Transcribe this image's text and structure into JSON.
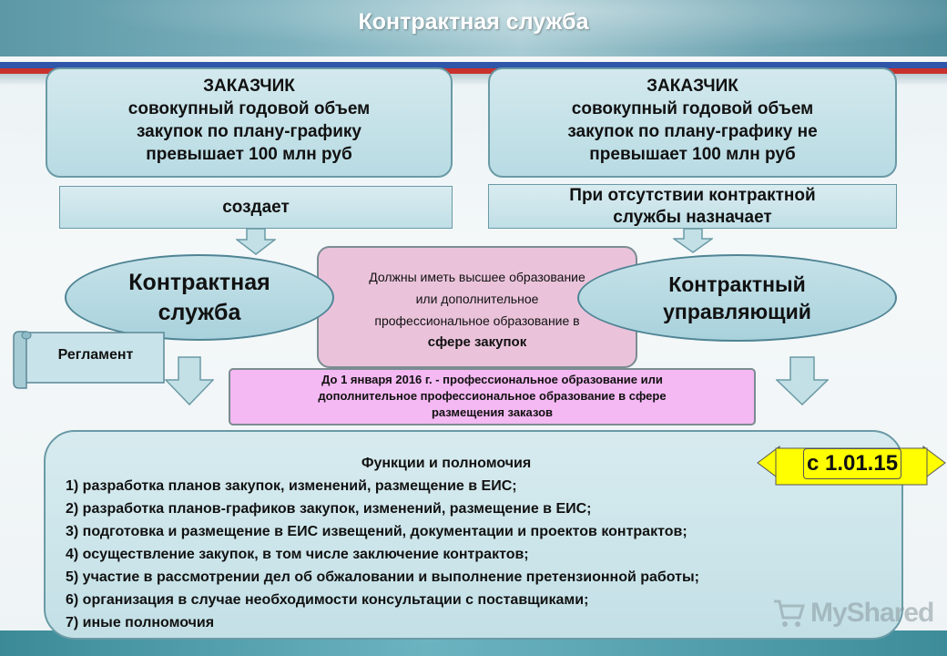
{
  "slide": {
    "title": "Контрактная служба"
  },
  "left_customer": {
    "line1": "ЗАКАЗЧИК",
    "line2": "совокупный годовой объем",
    "line3": "закупок по плану-графику",
    "line4": "превышает 100 млн руб"
  },
  "right_customer": {
    "line1": "ЗАКАЗЧИК",
    "line2": "совокупный годовой объем",
    "line3": "закупок по плану-графику не",
    "line4": "превышает 100 млн руб"
  },
  "left_action": "создает",
  "right_action": {
    "line1": "При отсутствии контрактной",
    "line2": "службы назначает"
  },
  "contract_service": {
    "line1": "Контрактная",
    "line2": "служба"
  },
  "contract_manager": {
    "line1": "Контрактный",
    "line2": "управляющий"
  },
  "qualification_box": {
    "line1": "Должны иметь высшее образование",
    "line2": "или дополнительное",
    "line3": "профессиональное образование в",
    "line4": "сфере закупок"
  },
  "regulation_label": "Регламент",
  "notice": {
    "line1": "До 1 января 2016 г.  - профессиональное образование или",
    "line2": "дополнительное профессиональное образование в сфере",
    "line3": "размещения заказов"
  },
  "functions": {
    "heading": "Функции и полномочия",
    "items": [
      "1) разработка планов закупок, изменений, размещение в ЕИС;",
      "2) разработка планов-графиков закупок, изменений, размещение в ЕИС;",
      "3) подготовка и размещение в ЕИС извещений, документации и проектов контрактов;",
      "4) осуществление закупок, в том числе заключение контрактов;",
      "5) участие в рассмотрении дел об обжаловании и выполнение претензионной работы;",
      "6) организация в случае необходимости  консультации с поставщиками;",
      "7) иные полномочия"
    ]
  },
  "date_badge": "с 1.01.15",
  "watermark": "MyShared",
  "colors": {
    "box_fill": "#c3e0e6",
    "box_border": "#6a9aa6",
    "pink_box": "#eac3db",
    "notice_fill": "#f4b8f2",
    "badge_fill": "#ffff00",
    "title_text": "#ffffff"
  }
}
